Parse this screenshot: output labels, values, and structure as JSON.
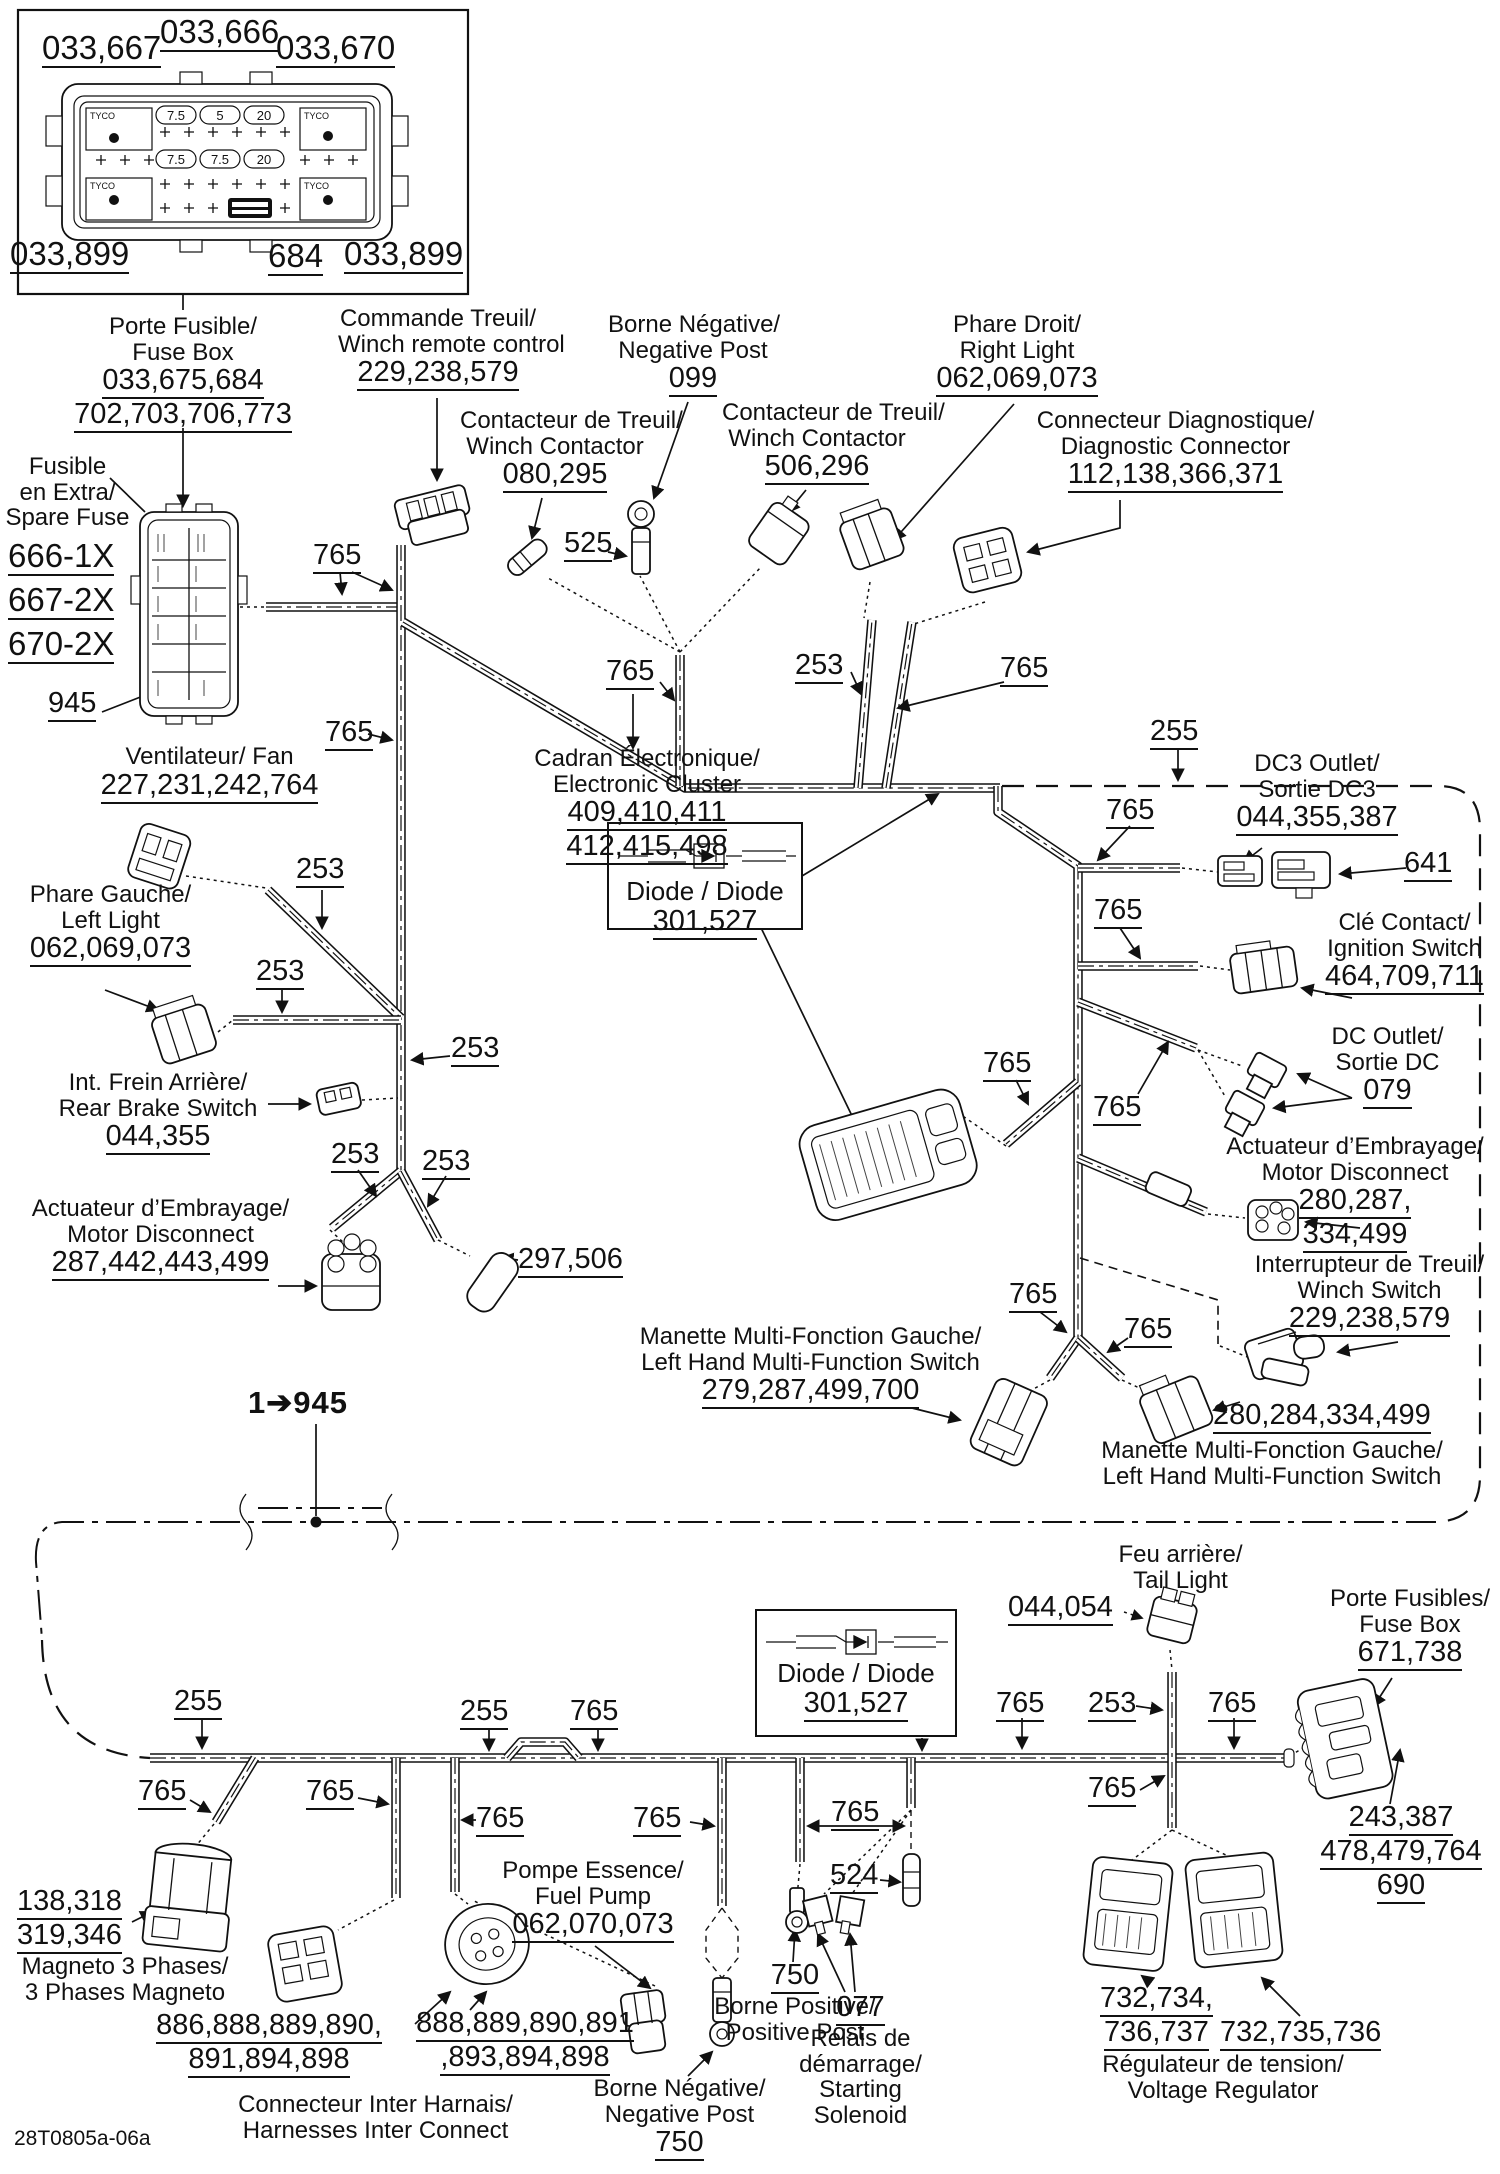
{
  "meta": {
    "drawing_code": "28T0805a-06a"
  },
  "wires": {
    "765": "765",
    "253": "253",
    "255": "255"
  },
  "inset": {
    "relay_brand": "TYCO",
    "fuses": {
      "f1": "7.5",
      "f2": "5",
      "f3": "20",
      "f4": "7.5",
      "f5": "7.5",
      "f6": "20"
    },
    "callouts": {
      "tl": "033,667",
      "tc": "033,666",
      "tr": "033,670",
      "bl": "033,899",
      "bc": "684",
      "br": "033,899"
    }
  },
  "labels": {
    "fuse_box": {
      "l1": "Porte Fusible/",
      "l2": "Fuse Box",
      "n1": "033,675,684",
      "n2": "702,703,706,773"
    },
    "spare_fuse": {
      "l1": "Fusible",
      "l2": "en Extra/",
      "l3": "Spare Fuse",
      "n1": "666-1X",
      "n2": "667-2X",
      "n3": "670-2X",
      "n4": "945"
    },
    "winch_remote": {
      "l1": "Commande Treuil/",
      "l2": "Winch remote control",
      "n1": "229,238,579"
    },
    "winch_contactor1": {
      "l1": "Contacteur de Treuil/",
      "l2": "Winch Contactor",
      "n1": "080,295"
    },
    "neg_post_top": {
      "l1": "Borne Négative/",
      "l2": "Negative Post",
      "n1": "099"
    },
    "winch_contactor2": {
      "l1": "Contacteur de Treuil/",
      "l2": "Winch Contactor",
      "n1": "506,296"
    },
    "right_light": {
      "l1": "Phare Droit/",
      "l2": "Right Light",
      "n1": "062,069,073"
    },
    "diag_connector": {
      "l1": "Connecteur Diagnostique/",
      "l2": "Diagnostic Connector",
      "n1": "112,138,366,371"
    },
    "n525": "525",
    "fan": {
      "l1": "Ventilateur/ Fan",
      "n1": "227,231,242,764"
    },
    "left_light": {
      "l1": "Phare Gauche/",
      "l2": "Left Light",
      "n1": "062,069,073"
    },
    "rear_brake": {
      "l1": "Int. Frein Arrière/",
      "l2": "Rear Brake Switch",
      "n1": "044,355"
    },
    "motor_disc_left": {
      "l1": "Actuateur d’Embrayage/",
      "l2": "Motor Disconnect",
      "n1": "287,442,443,499"
    },
    "n297": "297,506",
    "cluster": {
      "l1": "Cadran Électronique/",
      "l2": "Electronic Cluster",
      "n1": "409,410,411",
      "n2": "412,415,498"
    },
    "diode": {
      "l1": "Diode / Diode",
      "n1": "301,527"
    },
    "dc3": {
      "l1": "DC3 Outlet/",
      "l2": "Sortie DC3",
      "n1": "044,355,387",
      "n2": "641"
    },
    "ignition": {
      "l1": "Clé Contact/",
      "l2": "Ignition Switch",
      "n1": "464,709,711"
    },
    "dc_outlet": {
      "l1": "DC Outlet/",
      "l2": "Sortie DC",
      "n1": "079"
    },
    "motor_disc_right": {
      "l1": "Actuateur d’Embrayage/",
      "l2": "Motor Disconnect",
      "n1": "280,287,",
      "n2": "334,499"
    },
    "winch_switch": {
      "l1": "Interrupteur de Treuil/",
      "l2": "Winch Switch",
      "n1": "229,238,579"
    },
    "manette_left": {
      "l1": "Manette Multi-Fonction Gauche/",
      "l2": "Left Hand Multi-Function Switch",
      "n1": "279,287,499,700"
    },
    "manette_right": {
      "n1": "280,284,334,499",
      "l1": "Manette Multi-Fonction Gauche/",
      "l2": "Left Hand Multi-Function Switch"
    },
    "jump": "1➔945",
    "tail_light": {
      "l1": "Feu arrière/",
      "l2": "Tail Light",
      "n1": "044,054"
    },
    "fuse_box2": {
      "l1": "Porte Fusibles/",
      "l2": "Fuse Box",
      "n1": "671,738",
      "n2": "243,387",
      "n3": "478,479,764",
      "n4": "690"
    },
    "magneto": {
      "n1": "138,318",
      "n2": "319,346",
      "l1": "Magneto 3 Phases/",
      "l2": "3 Phases Magneto"
    },
    "fuel_pump": {
      "l1": "Pompe Essence/",
      "l2": "Fuel Pump",
      "n1": "062,070,073"
    },
    "n524": "524",
    "pos_post": {
      "n1": "750",
      "l1": "Borne Positive/",
      "l2": "Positive Post"
    },
    "solenoid": {
      "n1": "077",
      "l1": "Relais de",
      "l2": "démarrage/",
      "l3": "Starting",
      "l4": "Solenoid"
    },
    "neg_post_bottom": {
      "l1": "Borne Négative/",
      "l2": "Negative Post",
      "n1": "750"
    },
    "regulator": {
      "n1": "732,734,",
      "n2": "736,737",
      "n3": "732,735,736",
      "l1": "Régulateur de tension/",
      "l2": "Voltage Regulator"
    },
    "inter1": {
      "n1": "886,888,889,890,",
      "n2": "891,894,898"
    },
    "inter2": {
      "n1": "888,889,890,891",
      "n2": ",893,894,898"
    },
    "inter_label": {
      "l1": "Connecteur Inter Harnais/",
      "l2": "Harnesses Inter Connect"
    }
  }
}
